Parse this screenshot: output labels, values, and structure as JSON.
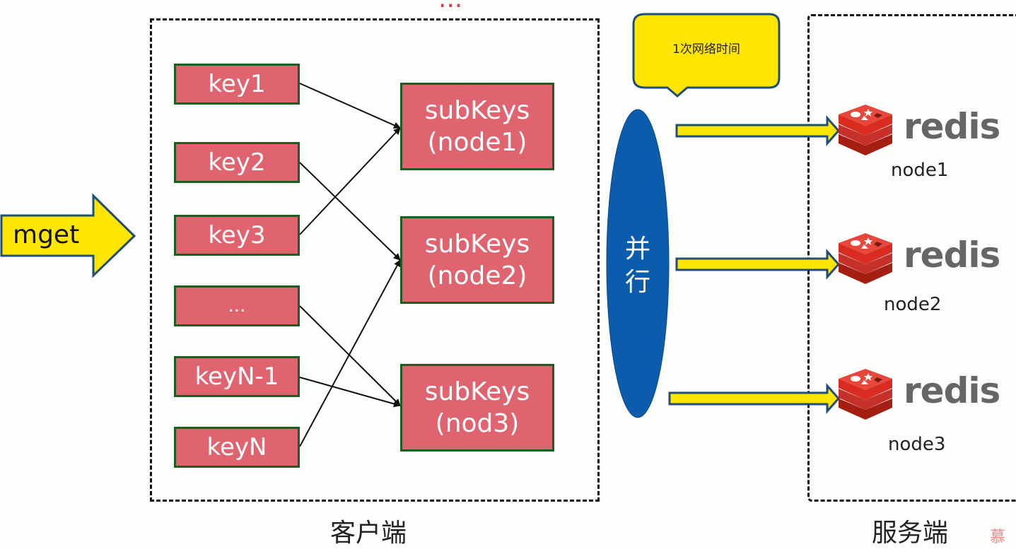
{
  "title_partial": "...",
  "client": {
    "label": "客户端",
    "trigger": "mget",
    "keys": [
      "key1",
      "key2",
      "key3",
      "...",
      "keyN-1",
      "keyN"
    ],
    "subkeys": [
      {
        "line1": "subKeys",
        "line2": "(node1)"
      },
      {
        "line1": "subKeys",
        "line2": "(node2)"
      },
      {
        "line1": "subKeys",
        "line2": "(nod3)"
      }
    ],
    "mappings": [
      {
        "from": "key1",
        "to": "(node1)"
      },
      {
        "from": "key2",
        "to": "(node2)"
      },
      {
        "from": "key3",
        "to": "(node1)"
      },
      {
        "from": "...",
        "to": "(nod3)"
      },
      {
        "from": "keyN-1",
        "to": "(nod3)"
      },
      {
        "from": "keyN",
        "to": "(node2)"
      }
    ]
  },
  "parallel": {
    "label_line1": "并",
    "label_line2": "行",
    "callout": "1次网络时间"
  },
  "server": {
    "label": "服务端",
    "nodes": [
      {
        "brand": "redis",
        "name": "node1",
        "icon": "redis-logo-icon"
      },
      {
        "brand": "redis",
        "name": "node2",
        "icon": "redis-logo-icon"
      },
      {
        "brand": "redis",
        "name": "node3",
        "icon": "redis-logo-icon"
      }
    ]
  },
  "watermark": "慕",
  "colors": {
    "key_fill": "#df6470",
    "key_border": "#1b5e20",
    "arrow_yellow": "#ffe600",
    "arrow_outline": "#1f4e79",
    "ellipse_blue": "#0b5cad",
    "redis_red": "#d82c20"
  }
}
